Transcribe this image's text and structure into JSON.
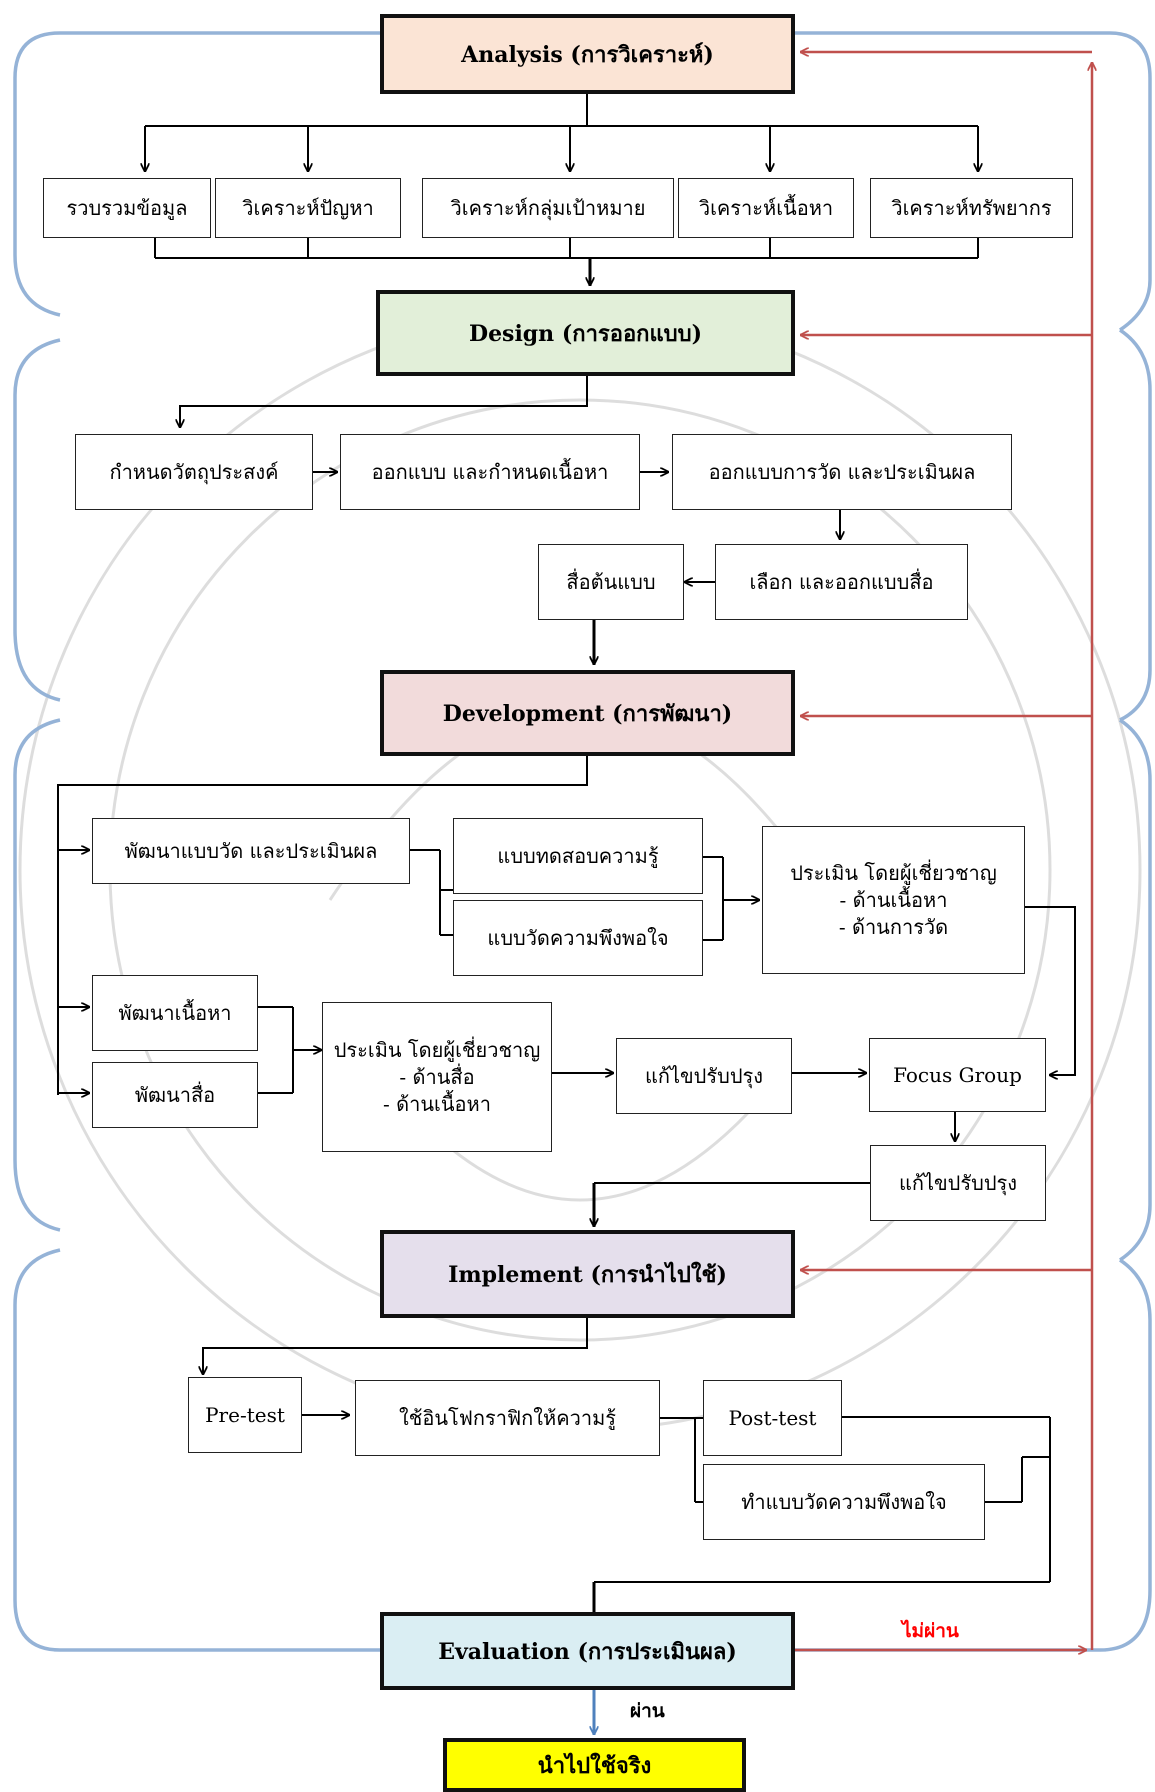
{
  "phases": {
    "analysis": "Analysis (การวิเคราะห์)",
    "design": "Design (การออกแบบ)",
    "development": "Development (การพัฒนา)",
    "implement": "Implement (การนำไปใช้)",
    "evaluation": "Evaluation (การประเมินผล)",
    "final": "นำไปใช้จริง"
  },
  "analysis_steps": [
    "รวบรวมข้อมูล",
    "วิเคราะห์ปัญหา",
    "วิเคราะห์กลุ่มเป้าหมาย",
    "วิเคราะห์เนื้อหา",
    "วิเคราะห์ทรัพยากร"
  ],
  "design_steps": {
    "objectives": "กำหนดวัตถุประสงค์",
    "content": "ออกแบบ และกำหนดเนื้อหา",
    "measure": "ออกแบบการวัด และประเมินผล",
    "media": "เลือก และออกแบบสื่อ",
    "prototype": "สื่อต้นแบบ"
  },
  "development_steps": {
    "measure": "พัฒนาแบบวัด และประเมินผล",
    "knowledge_test": "แบบทดสอบความรู้",
    "satisfaction": "แบบวัดความพึงพอใจ",
    "expert1_title": "ประเมิน โดยผู้เชี่ยวชาญ",
    "expert1_item1": "- ด้านเนื้อหา",
    "expert1_item2": "- ด้านการวัด",
    "content": "พัฒนาเนื้อหา",
    "media": "พัฒนาสื่อ",
    "expert2_title": "ประเมิน โดยผู้เชี่ยวชาญ",
    "expert2_item1": "- ด้านสื่อ",
    "expert2_item2": "- ด้านเนื้อหา",
    "revise1": "แก้ไขปรับปรุง",
    "focus_group": "Focus Group",
    "revise2": "แก้ไขปรับปรุง"
  },
  "implement_steps": {
    "pretest": "Pre-test",
    "use": "ใช้อินโฟกราฟิกให้ความรู้",
    "posttest": "Post-test",
    "satisfaction": "ทำแบบวัดความพึงพอใจ"
  },
  "labels": {
    "fail": "ไม่ผ่าน",
    "pass": "ผ่าน"
  },
  "colors": {
    "analysis": "#FBE4D5",
    "design": "#E2EFD9",
    "development": "#F2DBDB",
    "implement": "#E5DFEC",
    "evaluation": "#DAEEF3",
    "final": "#FFFF00",
    "feedback": "#C0504D",
    "fail_label": "#FF0000",
    "bracket": "#95B3D7",
    "pass_arrow": "#4F81BD"
  }
}
